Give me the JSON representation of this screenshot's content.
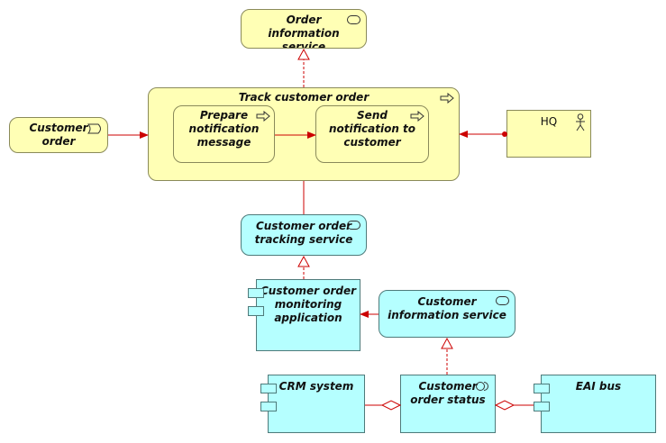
{
  "nodes": {
    "order_info_service": "Order\ninformation\nservice",
    "track_customer_order": "Track customer order",
    "prepare_notification": "Prepare\nnotification\nmessage",
    "send_notification": "Send\nnotification to\ncustomer",
    "customer_order_event": "Customer\norder",
    "hq": "HQ",
    "tracking_service": "Customer order\ntracking service",
    "monitoring_app": "Customer order\nmonitoring\napplication",
    "customer_info_service": "Customer\ninformation service",
    "crm_system": "CRM system",
    "order_status": "Customer\norder status",
    "eai_bus": "EAI bus"
  },
  "colors": {
    "business_fill": "#ffffb5",
    "application_fill": "#b5ffff",
    "relation_line": "#cc0000"
  },
  "icons": {
    "service": "service-icon",
    "process": "process-arrow-icon",
    "event": "event-icon",
    "actor": "actor-icon",
    "interface": "interface-icon",
    "component": "component-icon"
  }
}
